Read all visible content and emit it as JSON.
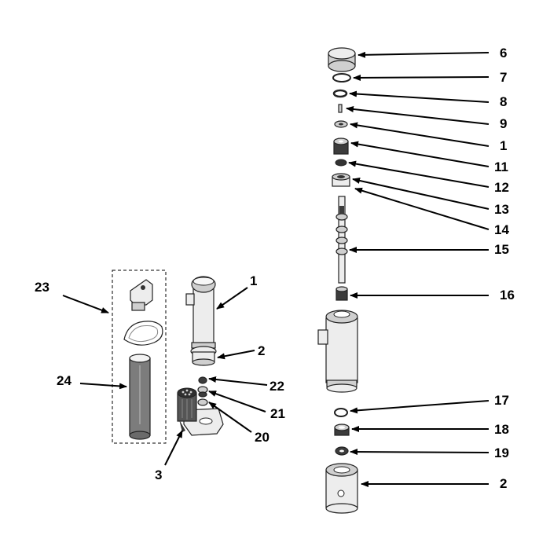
{
  "callouts": {
    "c1_left": "1",
    "c2_left": "2",
    "c3": "3",
    "c20": "20",
    "c21": "21",
    "c22": "22",
    "c23": "23",
    "c24": "24",
    "c6": "6",
    "c7": "7",
    "c8": "8",
    "c9": "9",
    "c1_right": "1",
    "c11": "11",
    "c12": "12",
    "c13": "13",
    "c14": "14",
    "c15": "15",
    "c16": "16",
    "c17": "17",
    "c18": "18",
    "c19": "19",
    "c2_right": "2"
  },
  "colors": {
    "ink": "#000000",
    "part_light": "#ededed",
    "part_mid": "#cfcfcf",
    "part_dark": "#3c3c3c"
  }
}
